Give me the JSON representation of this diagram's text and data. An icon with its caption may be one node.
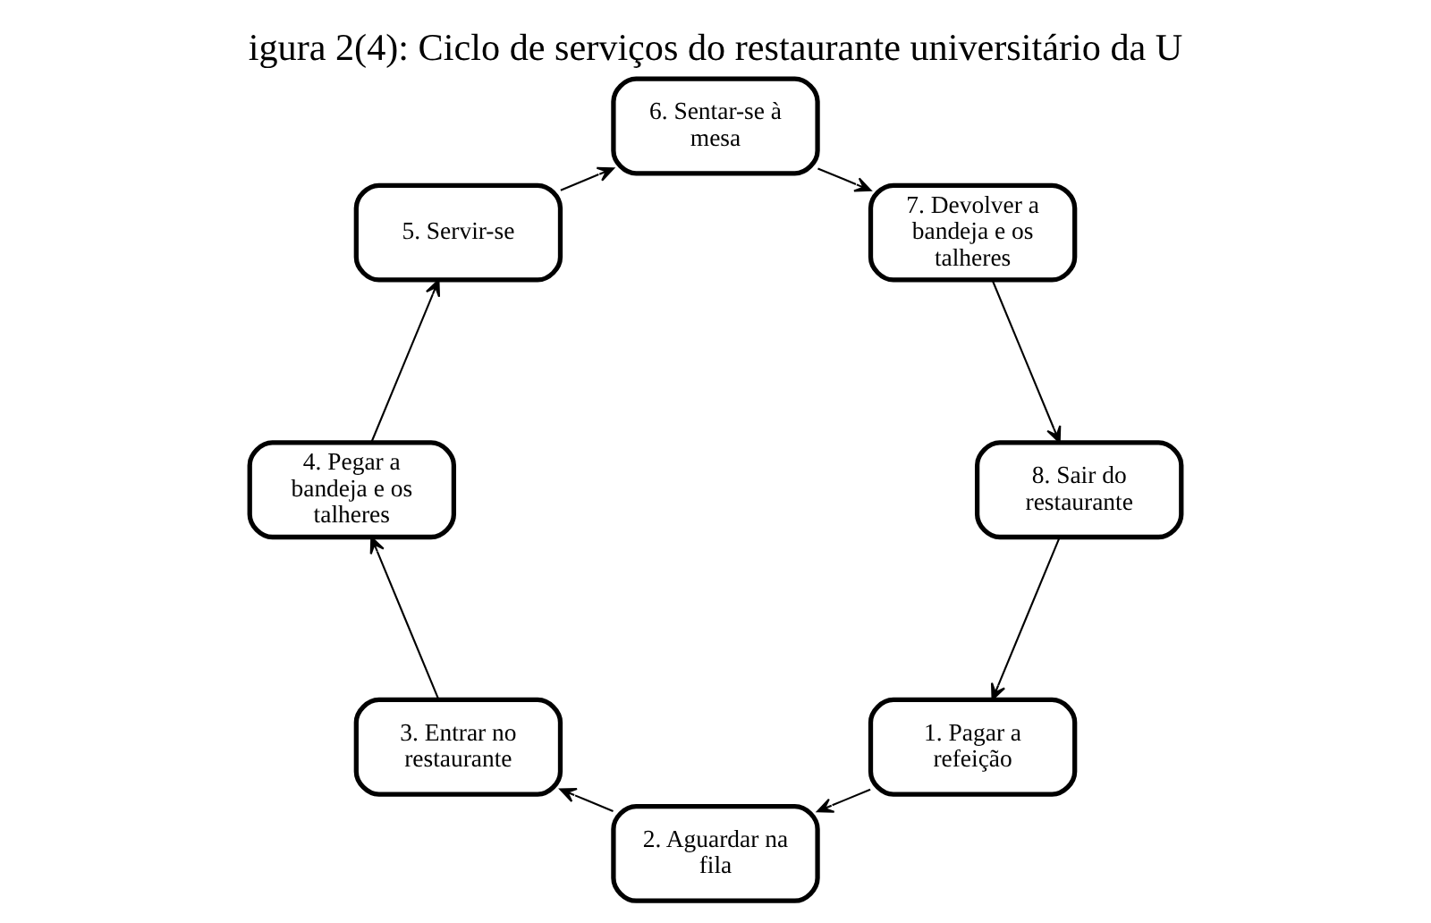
{
  "diagram": {
    "title": "igura 2(4): Ciclo de serviços do restaurante universitário da U",
    "nodes": [
      {
        "text": [
          "1. Pagar a refeição"
        ]
      },
      {
        "text": [
          "2. Aguardar na fila"
        ]
      },
      {
        "text": [
          "3. Entrar no restaurante"
        ]
      },
      {
        "text": [
          "4. Pegar a bandeja e os talheres"
        ]
      },
      {
        "text": [
          "5. Servir-se"
        ]
      },
      {
        "text": [
          "6. Sentar-se à mesa"
        ]
      },
      {
        "text": [
          "7. Devolver a bandeja e os talheres"
        ]
      },
      {
        "text": [
          "8. Sair do restaurante"
        ]
      }
    ],
    "edges": [
      {
        "from": 0,
        "to": 1,
        "arrow": "to"
      },
      {
        "from": 1,
        "to": 2,
        "arrow": "to"
      },
      {
        "from": 2,
        "to": 3,
        "arrow": "to"
      },
      {
        "from": 3,
        "to": 4,
        "arrow": "to"
      },
      {
        "from": 4,
        "to": 5,
        "arrow": "to"
      },
      {
        "from": 5,
        "to": 6,
        "arrow": "to"
      },
      {
        "from": 6,
        "to": 7,
        "arrow": "to"
      },
      {
        "from": 7,
        "to": 0,
        "arrow": "to"
      }
    ]
  }
}
